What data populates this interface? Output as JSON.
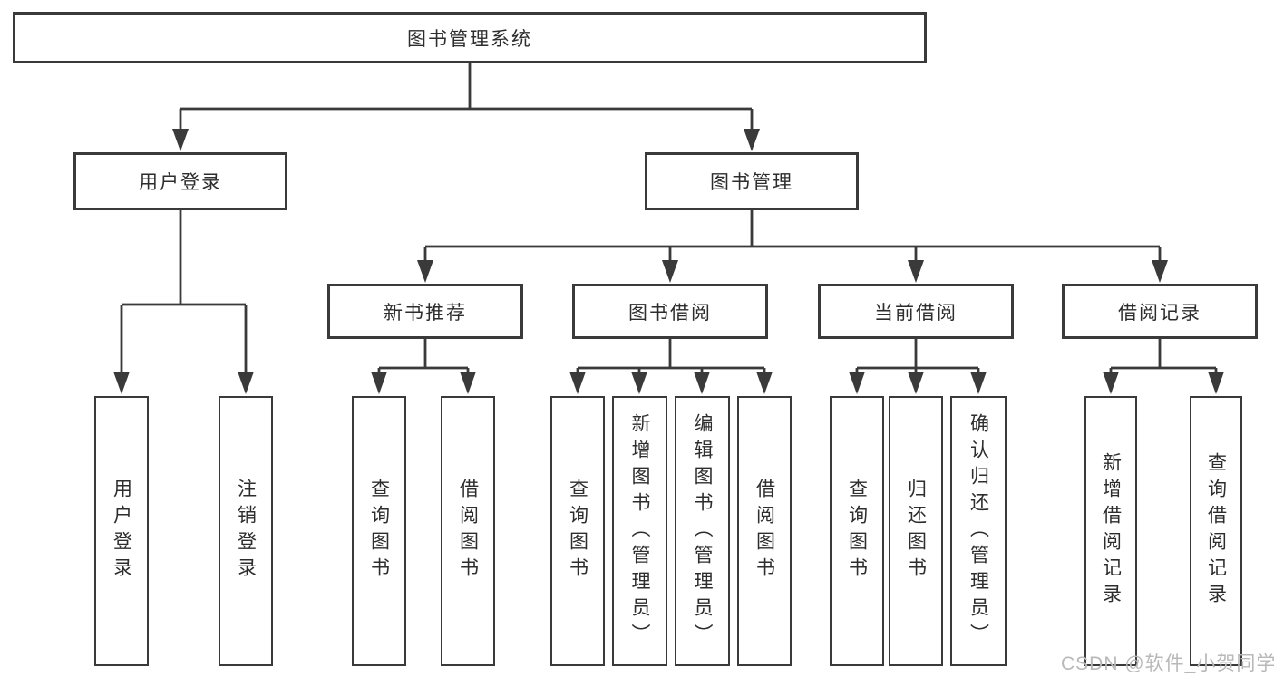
{
  "diagram": {
    "root": {
      "label": "图书管理系统"
    },
    "user_login": {
      "label": "用户登录",
      "children": [
        {
          "label": "用户登录"
        },
        {
          "label": "注销登录"
        }
      ]
    },
    "book_management": {
      "label": "图书管理",
      "sections": [
        {
          "label": "新书推荐",
          "children": [
            {
              "label": "查询图书"
            },
            {
              "label": "借阅图书"
            }
          ]
        },
        {
          "label": "图书借阅",
          "children": [
            {
              "label": "查询图书"
            },
            {
              "label": "新增图书（管理员）"
            },
            {
              "label": "编辑图书（管理员）"
            },
            {
              "label": "借阅图书"
            }
          ]
        },
        {
          "label": "当前借阅",
          "children": [
            {
              "label": "查询图书"
            },
            {
              "label": "归还图书"
            },
            {
              "label": "确认归还（管理员）"
            }
          ]
        },
        {
          "label": "借阅记录",
          "children": [
            {
              "label": "新增借阅记录"
            },
            {
              "label": "查询借阅记录"
            }
          ]
        }
      ]
    }
  },
  "watermark": {
    "text": "CSDN @软件_小贺同学"
  },
  "colors": {
    "line": "#3a3a3a",
    "text": "#2d2d2d",
    "watermark": "#b8b8b8",
    "background": "#ffffff"
  }
}
